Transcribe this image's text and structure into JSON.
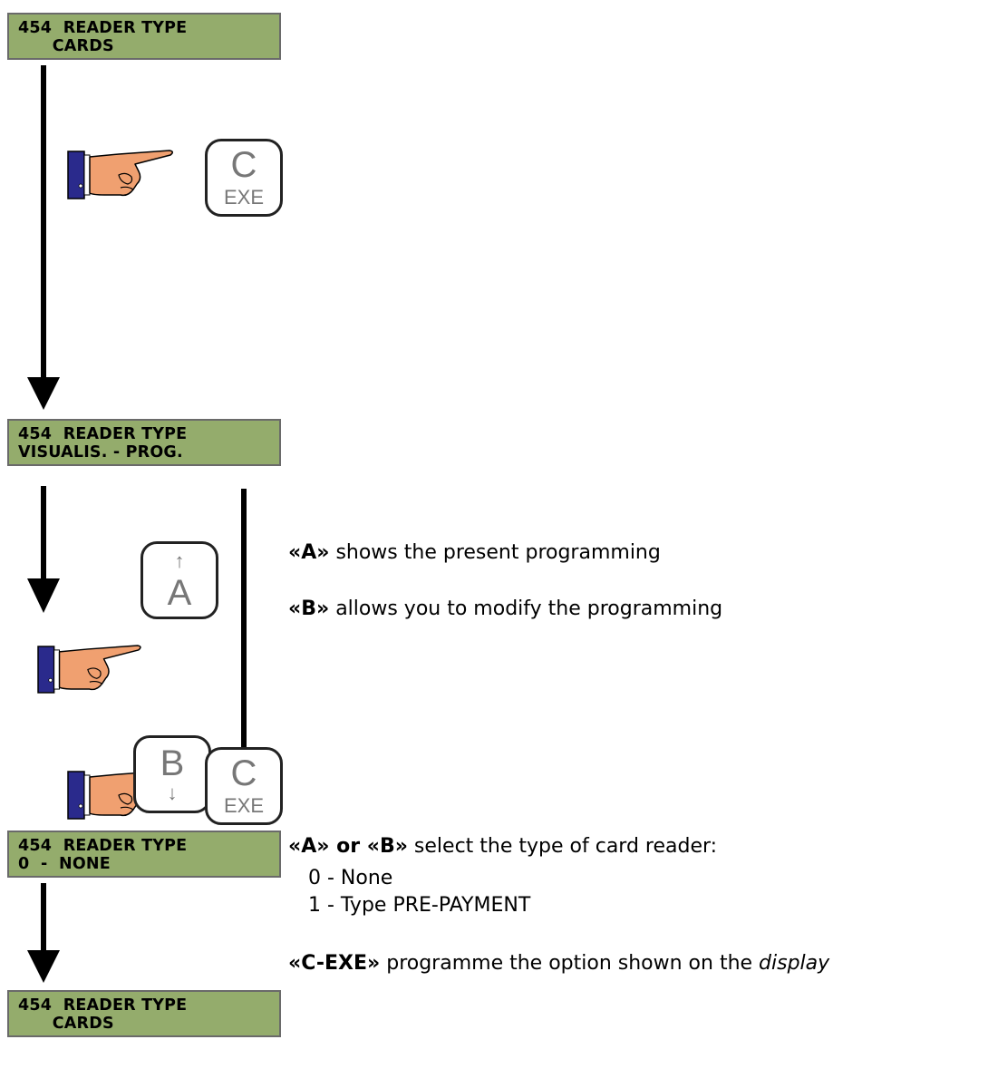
{
  "display1": {
    "line1": "454  READER TYPE",
    "line2": "      CARDS"
  },
  "display2": {
    "line1": "454  READER TYPE",
    "line2": "VISUALIS. - PROG."
  },
  "display3": {
    "line1": "454  READER TYPE",
    "line2": "0  -  NONE"
  },
  "display4": {
    "line1": "454  READER TYPE",
    "line2": "      CARDS"
  },
  "key_c1": {
    "letter": "C",
    "label": "EXE"
  },
  "key_a": {
    "arrow": "↑",
    "letter": "A"
  },
  "key_b": {
    "letter": "B",
    "arrow": "↓"
  },
  "key_c2": {
    "letter": "C",
    "label": "EXE"
  },
  "notes": {
    "a_key": "«A»",
    "a_text": " shows the present programming",
    "b_key": "«B»",
    "b_text": " allows you to modify the programming",
    "ab_key": "«A» or «B»",
    "ab_text": " select the type of card reader:",
    "option0": "0 - None",
    "option1": "1 - Type PRE-PAYMENT",
    "cexe_key": "«C-EXE»",
    "cexe_text": " programme the option shown on the ",
    "cexe_italic": "display"
  },
  "colors": {
    "lcd": "#94ac6c",
    "sleeve": "#2a2a8c",
    "hand": "#f0a070"
  },
  "icons": [
    "pointing-hand-icon",
    "arrow-down-icon"
  ]
}
